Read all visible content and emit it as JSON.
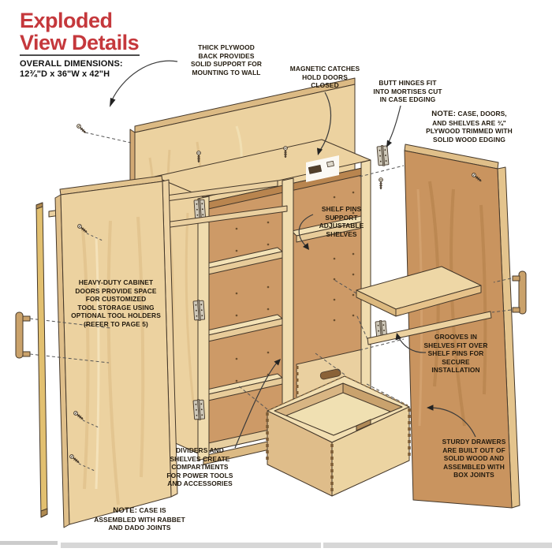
{
  "header": {
    "title": "Exploded\nView Details",
    "dimensions": "OVERALL DIMENSIONS:\n12¾\"D x 36\"W x 42\"H"
  },
  "callouts": {
    "back_panel": "THICK PLYWOOD\nBACK PROVIDES\nSOLID SUPPORT FOR\nMOUNTING TO WALL",
    "magnetic_catches": "MAGNETIC CATCHES\nHOLD DOORS\nCLOSED",
    "butt_hinges": "BUTT HINGES FIT\nINTO MORTISES CUT\nIN CASE EDGING",
    "note_materials": {
      "label": "NOTE:",
      "text": " CASE, DOORS,\nAND SHELVES ARE ¾\"\nPLYWOOD TRIMMED WITH\nSOLID WOOD EDGING"
    },
    "shelf_pins": "SHELF PINS\nSUPPORT\nADJUSTABLE\nSHELVES",
    "doors": "HEAVY-DUTY CABINET\nDOORS PROVIDE SPACE\nFOR CUSTOMIZED\nTOOL STORAGE USING\nOPTIONAL TOOL HOLDERS\n(REFER TO PAGE 5)",
    "grooves": "GROOVES IN\nSHELVES FIT OVER\nSHELF PINS FOR\nSECURE\nINSTALLATION",
    "dividers": "DIVIDERS AND\nSHELVES CREATE\nCOMPARTMENTS\nFOR POWER TOOLS\nAND ACCESSORIES",
    "drawers": "STURDY DRAWERS\nARE BUILT OUT OF\nSOLID WOOD AND\nASSEMBLED WITH\nBOX JOINTS",
    "note_case": {
      "label": "NOTE:",
      "text": " CASE IS\nASSEMBLED WITH RABBET\nAND DADO JOINTS"
    }
  },
  "colors": {
    "accent_red": "#c5383c",
    "wood_light": "#ecd2a0",
    "wood_bright": "#f3e2b6",
    "wood_edge": "#dcba84",
    "wood_medium": "#cd9a67",
    "wood_dark": "#b9854f",
    "outline": "#45382a",
    "text": "#221a0e"
  }
}
